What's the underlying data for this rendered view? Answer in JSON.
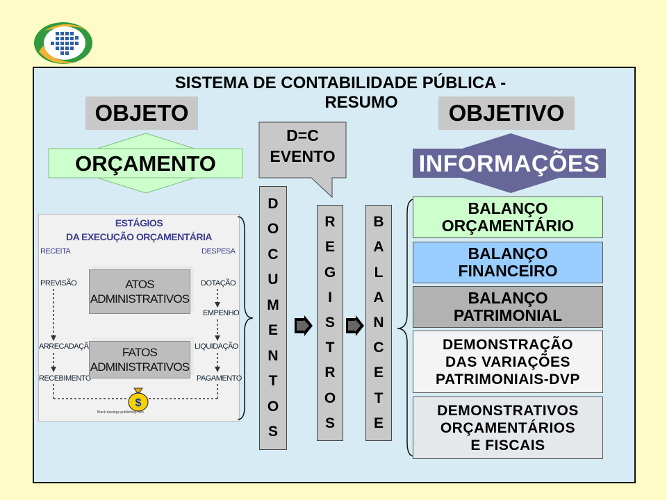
{
  "title": {
    "line1": "SISTEMA DE CONTABILIDADE PÚBLICA -",
    "line2": "RESUMO"
  },
  "objeto": "OBJETO",
  "objetivo": "OBJETIVO",
  "orcamento": "ORÇAMENTO",
  "informacoes": "INFORMAÇÕES",
  "callout": {
    "line1": "D=C",
    "line2": "EVENTO"
  },
  "documentos": [
    "D",
    "O",
    "C",
    "U",
    "M",
    "E",
    "N",
    "T",
    "O",
    "S"
  ],
  "registros": [
    "R",
    "E",
    "G",
    "I",
    "S",
    "T",
    "R",
    "O",
    "S"
  ],
  "balancete": [
    "B",
    "A",
    "L",
    "A",
    "N",
    "C",
    "E",
    "T",
    "E"
  ],
  "outputs": [
    {
      "line1": "BALANÇO",
      "line2": "ORÇAMENTÁRIO",
      "line3": ""
    },
    {
      "line1": "BALANÇO",
      "line2": "FINANCEIRO",
      "line3": ""
    },
    {
      "line1": "BALANÇO",
      "line2": "PATRIMONIAL",
      "line3": ""
    },
    {
      "line1": "DEMONSTRAÇÃO",
      "line2": "DAS VARIAÇÕES",
      "line3": "PATRIMONIAIS-DVP"
    },
    {
      "line1": "DEMONSTRATIVOS",
      "line2": "ORÇAMENTÁRIOS",
      "line3": "E FISCAIS"
    }
  ],
  "estagios": {
    "title1": "ESTÁGIOS",
    "title2": "DA EXECUÇÃO ORÇAMENTÁRIA",
    "receita": "RECEITA",
    "despesa": "DESPESA",
    "previsao": "PREVISÃO",
    "dotacao": "DOTAÇÃO",
    "empenho": "EMPENHO",
    "arrecadacao": "ARRECADAÇÃO",
    "liquidacao": "LIQUIDAÇÃO",
    "recebimento": "RECEBIMENTO",
    "pagamento": "PAGAMENTO",
    "atos1": "ATOS",
    "atos2": "ADMINISTRATIVOS",
    "fatos1": "FATOS",
    "fatos2": "ADMINISTRATIVOS",
    "caption": "Black dawings publishing.com"
  },
  "colors": {
    "green": "#ccffcc",
    "blue": "#99ccff",
    "gray": "#b2b2b2",
    "arrow_purple": "#666699",
    "logo_green": "#2f9a3e",
    "logo_orange": "#f2b233",
    "logo_blue": "#2d5fa6"
  }
}
